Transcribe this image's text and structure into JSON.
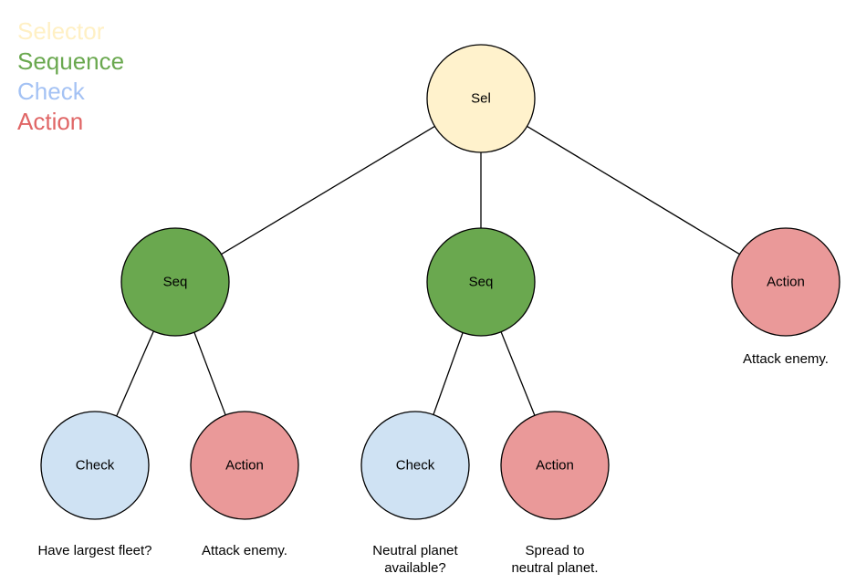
{
  "legend": [
    {
      "label": "Selector",
      "color": "#fff0c4"
    },
    {
      "label": "Sequence",
      "color": "#6aa84f"
    },
    {
      "label": "Check",
      "color": "#a4c2f4"
    },
    {
      "label": "Action",
      "color": "#e06666"
    }
  ],
  "colors": {
    "selector": "#fff2cc",
    "sequence": "#6aa84f",
    "check": "#cfe2f3",
    "action": "#ea9999"
  },
  "nodes": {
    "sel": {
      "label": "Sel",
      "kind": "selector"
    },
    "seq_left": {
      "label": "Seq",
      "kind": "sequence"
    },
    "seq_mid": {
      "label": "Seq",
      "kind": "sequence"
    },
    "action_right": {
      "label": "Action",
      "kind": "action",
      "caption": "Attack enemy."
    },
    "check_1": {
      "label": "Check",
      "kind": "check",
      "caption": "Have largest fleet?"
    },
    "action_1": {
      "label": "Action",
      "kind": "action",
      "caption": "Attack enemy."
    },
    "check_2": {
      "label": "Check",
      "kind": "check",
      "caption": "Neutral planet\navailable?"
    },
    "action_2": {
      "label": "Action",
      "kind": "action",
      "caption": "Spread to\nneutral planet."
    }
  },
  "edges": [
    [
      "sel",
      "seq_left"
    ],
    [
      "sel",
      "seq_mid"
    ],
    [
      "sel",
      "action_right"
    ],
    [
      "seq_left",
      "check_1"
    ],
    [
      "seq_left",
      "action_1"
    ],
    [
      "seq_mid",
      "check_2"
    ],
    [
      "seq_mid",
      "action_2"
    ]
  ]
}
